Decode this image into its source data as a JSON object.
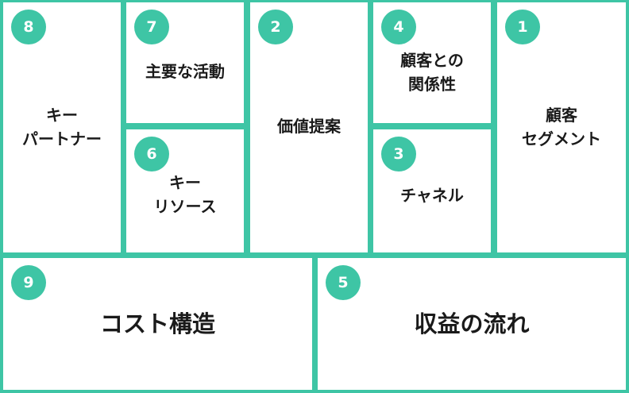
{
  "canvas": {
    "title": "",
    "accent_color": "#3ec5a5",
    "blocks": [
      {
        "number": "8",
        "label": "キー\nパートナー"
      },
      {
        "number": "7",
        "label": "主要な活動"
      },
      {
        "number": "6",
        "label": "キー\nリソース"
      },
      {
        "number": "2",
        "label": "価値提案"
      },
      {
        "number": "4",
        "label": "顧客との\n関係性"
      },
      {
        "number": "3",
        "label": "チャネル"
      },
      {
        "number": "1",
        "label": "顧客\nセグメント"
      },
      {
        "number": "9",
        "label": "コスト構造"
      },
      {
        "number": "5",
        "label": "収益の流れ"
      }
    ]
  }
}
